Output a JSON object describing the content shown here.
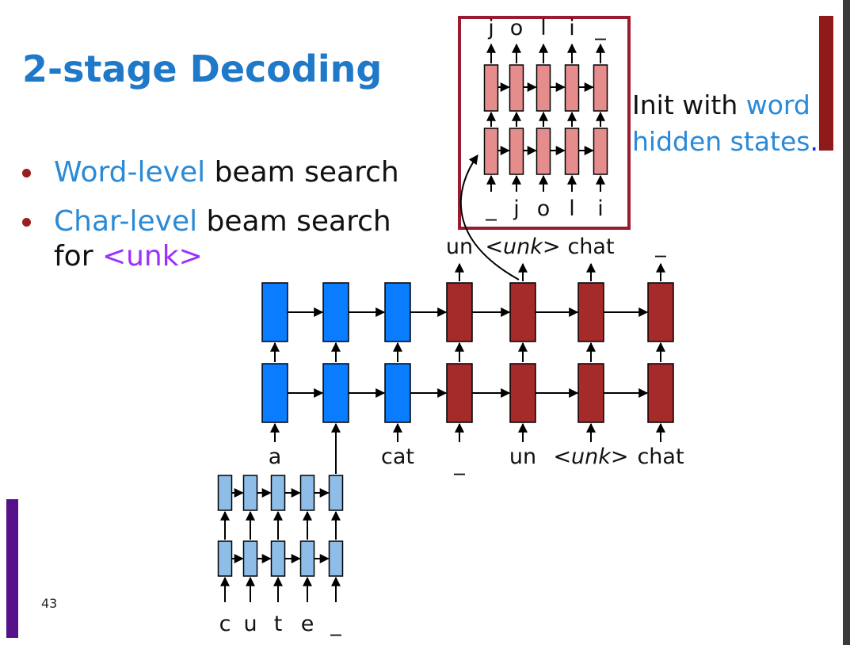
{
  "slide": {
    "title": "2-stage Decoding",
    "bullets": [
      {
        "highlight": "Word-level",
        "rest": " beam search"
      },
      {
        "highlight": "Char-level",
        "rest": " beam search"
      }
    ],
    "bullet2_line2_prefix": "for ",
    "bullet2_line2_token": "<unk>",
    "init_note": {
      "prefix": "Init with ",
      "highlight1": "word",
      "highlight2": "hidden states",
      "period": "."
    },
    "page_number": "43"
  },
  "diagram": {
    "encoder_inputs": [
      "a",
      "",
      "cat",
      "_"
    ],
    "decoder_inputs": [
      "un",
      "<unk>",
      "chat"
    ],
    "decoder_outputs": [
      "un",
      "<unk>",
      "chat",
      "_"
    ],
    "char_encoder_inputs": [
      "c",
      "u",
      "t",
      "e",
      "_"
    ],
    "char_decoder_inputs": [
      "_",
      "j",
      "o",
      "l",
      "i"
    ],
    "char_decoder_outputs": [
      "j",
      "o",
      "l",
      "i",
      "_"
    ]
  },
  "colors": {
    "title": "#1f78c8",
    "highlight_blue": "#2b8ad6",
    "highlight_purple": "#9b30ff",
    "encoder_cell": "#0a7cff",
    "decoder_cell": "#a52a2a",
    "char_encoder_cell": "#8ebde8",
    "char_decoder_cell": "#e58d8d",
    "frame": "#9a1a30"
  }
}
